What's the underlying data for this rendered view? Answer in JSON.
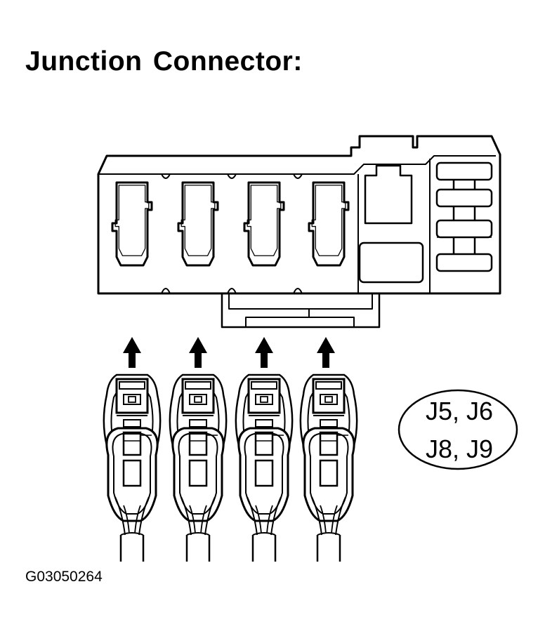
{
  "title": "Junction Connector:",
  "figure_id": "G03050264",
  "connector_labels": [
    "J5, J6",
    "J8, J9"
  ],
  "terminal_count": 4,
  "colors": {
    "line": "#000000",
    "background": "#ffffff"
  }
}
